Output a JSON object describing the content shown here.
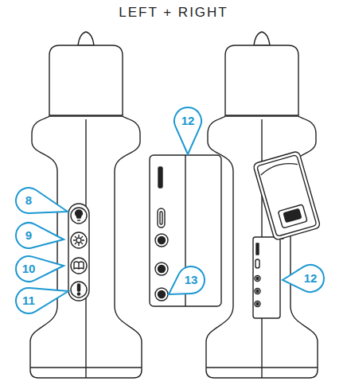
{
  "diagram": {
    "title": "LEFT + RIGHT",
    "labels": [
      "12",
      "8",
      "9",
      "10",
      "11",
      "13",
      "12"
    ]
  }
}
